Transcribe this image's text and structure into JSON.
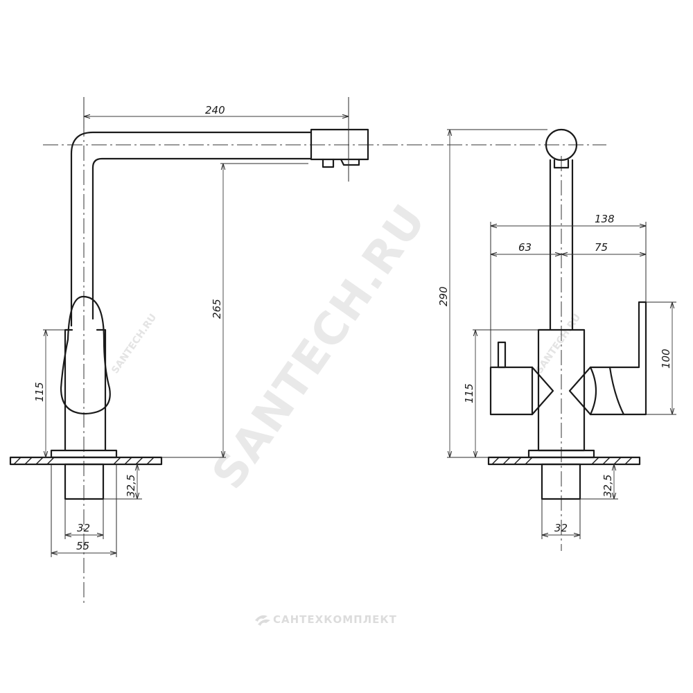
{
  "watermark": {
    "main": "SANTECH.RU",
    "small_left": "SANTECH.RU",
    "small_right": "SANTECH.RU"
  },
  "footer": {
    "brand": "САНТЕХКОМПЛЕКТ"
  },
  "side_view": {
    "dim_spout_reach": "240",
    "dim_spout_height": "265",
    "dim_body_height": "115",
    "dim_shank_length": "32,5",
    "dim_shank_diameter": "32",
    "dim_base_diameter": "55"
  },
  "front_view": {
    "dim_total_height": "290",
    "dim_total_width": "138",
    "dim_left_offset": "63",
    "dim_right_offset": "75",
    "dim_handle_height": "100",
    "dim_body_height": "115",
    "dim_shank_length": "32,5",
    "dim_shank_diameter": "32"
  }
}
